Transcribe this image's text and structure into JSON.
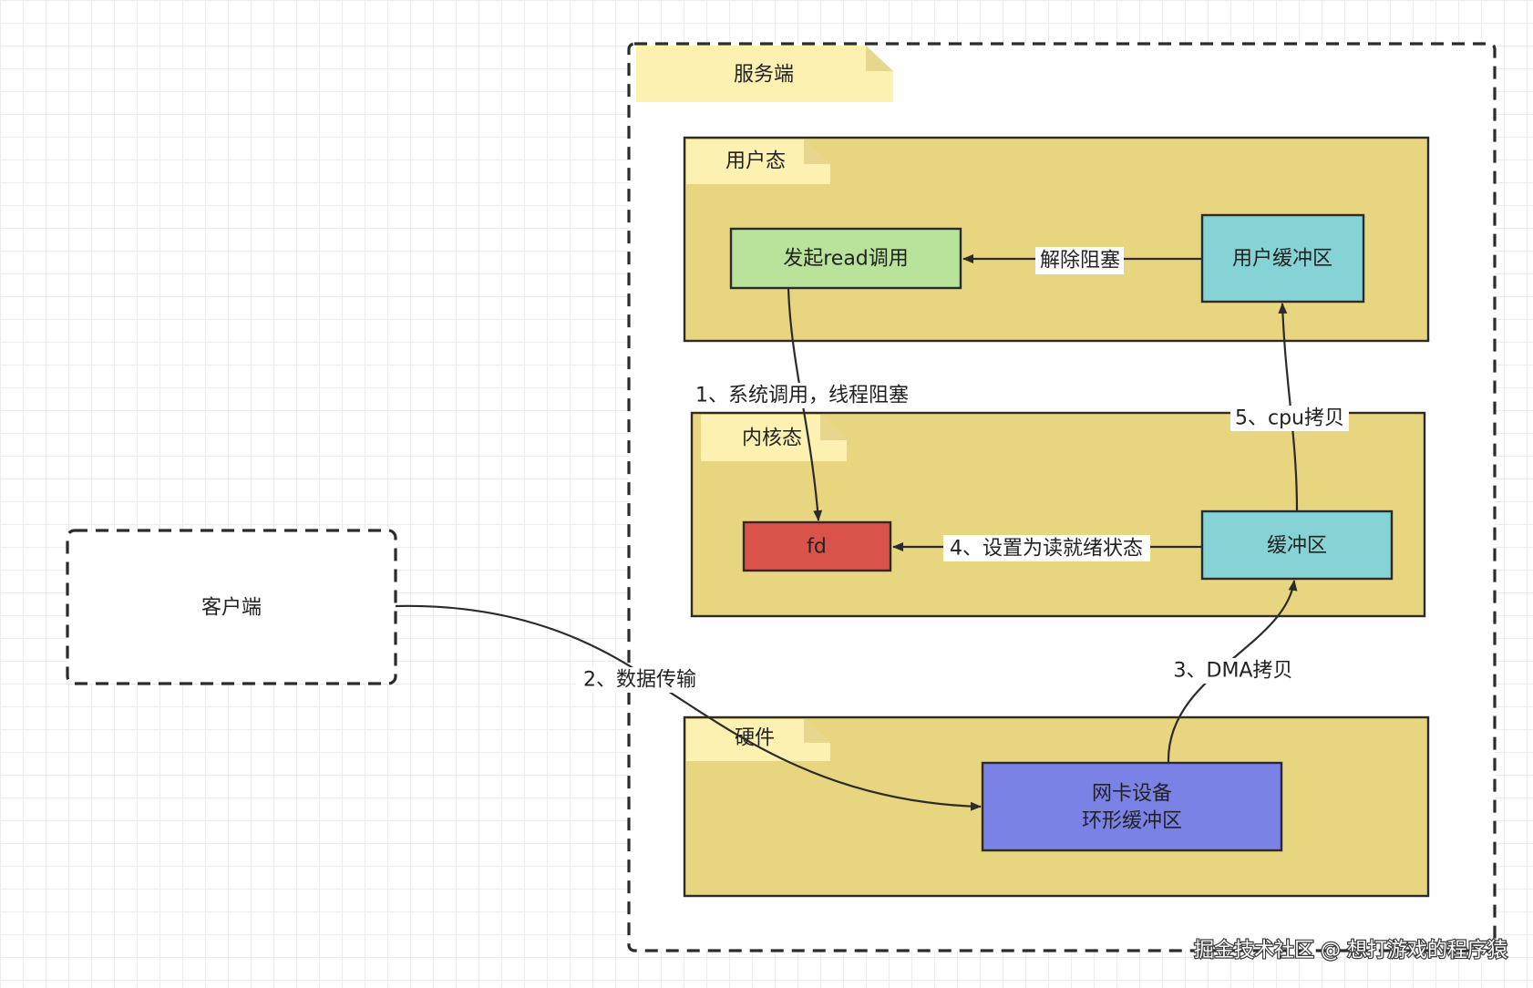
{
  "diagram": {
    "client": {
      "label": "客户端"
    },
    "server": {
      "label": "服务端"
    },
    "zones": {
      "user_mode": {
        "label": "用户态"
      },
      "kernel_mode": {
        "label": "内核态"
      },
      "hardware": {
        "label": "硬件"
      }
    },
    "nodes": {
      "read_call": {
        "label": "发起read调用",
        "fill": "#b9e29a"
      },
      "user_buffer": {
        "label": "用户缓冲区",
        "fill": "#86d3d6"
      },
      "fd": {
        "label": "fd",
        "fill": "#d9534a"
      },
      "kernel_buffer": {
        "label": "缓冲区",
        "fill": "#86d3d6"
      },
      "nic": {
        "line1": "网卡设备",
        "line2": "环形缓冲区",
        "fill": "#7b82e6"
      }
    },
    "edges": {
      "step1": "1、系统调用，线程阻塞",
      "step2": "2、数据传输",
      "step3": "3、DMA拷贝",
      "step4": "4、设置为读就绪状态",
      "step5": "5、cpu拷贝",
      "unblock": "解除阻塞"
    },
    "colors": {
      "zone_fill": "#e8d57f",
      "note_fill": "#fcf1b0",
      "line": "#2b2b2b"
    }
  },
  "watermark": "掘金技术社区 @ 想打游戏的程序猿"
}
